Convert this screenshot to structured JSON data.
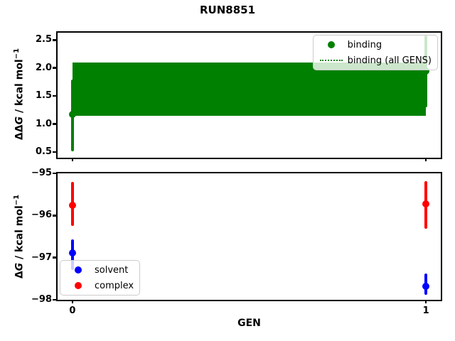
{
  "title": "RUN8851",
  "xlabel": "GEN",
  "chart_data": [
    {
      "type": "errorbar",
      "subplot": "top",
      "ylabel": {
        "prefix": "ΔΔ",
        "sym": "G",
        "rest": " / kcal mol",
        "sup": "−1"
      },
      "xlim": [
        -0.042,
        1.042
      ],
      "ylim": [
        0.4,
        2.63
      ],
      "yticks": [
        2.5,
        2.0,
        1.5,
        1.0,
        0.5
      ],
      "ytick_labels": [
        "2.5",
        "2.0",
        "1.5",
        "1.0",
        "0.5"
      ],
      "xticks": [
        0,
        1
      ],
      "grid": false,
      "legend_position": "upper right",
      "series": [
        {
          "name": "binding",
          "color": "#008000",
          "marker": "circle",
          "points": [
            {
              "x": 0,
              "y": 1.17,
              "err_lo": 0.51,
              "err_hi": 1.8
            },
            {
              "x": 1,
              "y": 1.94,
              "err_lo": 1.3,
              "err_hi": 2.58
            }
          ]
        },
        {
          "name": "binding (all GENS)",
          "color": "#008000",
          "style": "dotted-line-with-band",
          "line_y": 1.63,
          "band": {
            "x": [
              0,
              1
            ],
            "lo": 1.15,
            "hi": 2.1
          }
        }
      ]
    },
    {
      "type": "errorbar",
      "subplot": "bottom",
      "ylabel": {
        "prefix": "Δ",
        "sym": "G",
        "rest": " / kcal mol",
        "sup": "−1"
      },
      "xlim": [
        -0.042,
        1.042
      ],
      "ylim": [
        -98,
        -95
      ],
      "yticks": [
        -95,
        -96,
        -97,
        -98
      ],
      "ytick_labels": [
        "−95",
        "−96",
        "−97",
        "−98"
      ],
      "xticks": [
        0,
        1
      ],
      "xtick_labels": [
        "0",
        "1"
      ],
      "grid": false,
      "legend_position": "lower left",
      "series": [
        {
          "name": "solvent",
          "color": "#0000ff",
          "marker": "circle",
          "points": [
            {
              "x": 0,
              "y": -96.88,
              "err_lo": -97.3,
              "err_hi": -96.56
            },
            {
              "x": 1,
              "y": -97.68,
              "err_lo": -97.88,
              "err_hi": -97.38
            }
          ]
        },
        {
          "name": "complex",
          "color": "#ff0000",
          "marker": "circle",
          "points": [
            {
              "x": 0,
              "y": -95.75,
              "err_lo": -96.25,
              "err_hi": -95.21
            },
            {
              "x": 1,
              "y": -95.73,
              "err_lo": -96.31,
              "err_hi": -95.19
            }
          ]
        }
      ]
    }
  ]
}
